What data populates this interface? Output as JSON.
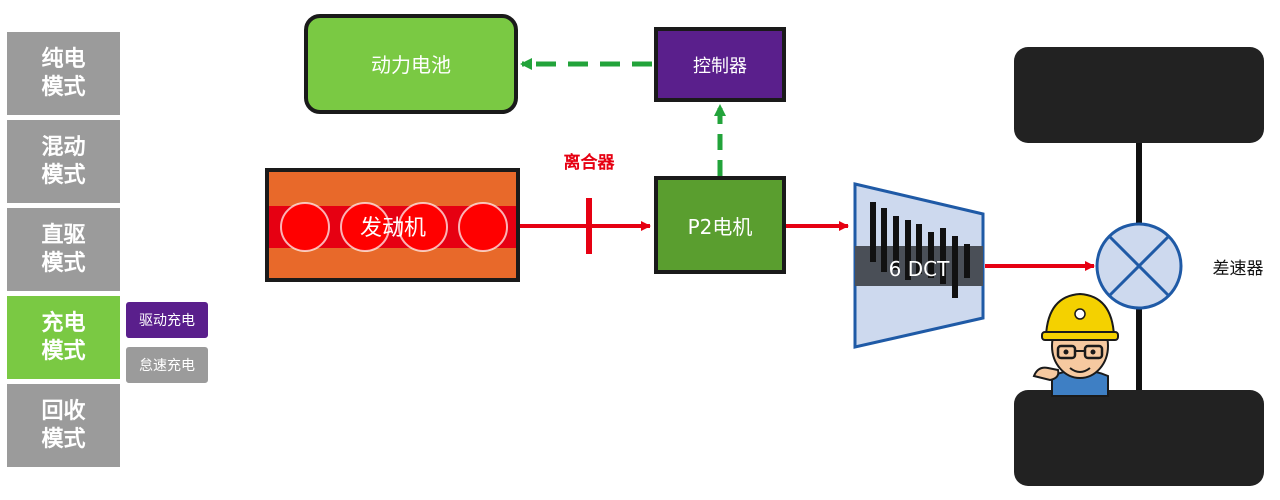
{
  "modes": [
    {
      "label": "纯电模式",
      "active": false
    },
    {
      "label": "混动模式",
      "active": false
    },
    {
      "label": "直驱模式",
      "active": false
    },
    {
      "label": "充电模式",
      "active": true
    },
    {
      "label": "回收模式",
      "active": false
    }
  ],
  "charge_submodes": {
    "drive": "驱动充电",
    "fast": "怠速充电"
  },
  "diagram": {
    "battery": "动力电池",
    "controller": "控制器",
    "engine": "发动机",
    "clutch": "离合器",
    "motor": "P2电机",
    "transmission": "6 DCT",
    "differential": "差速器"
  },
  "colors": {
    "active_green": "#7ac943",
    "inactive_gray": "#9b9b9b",
    "controller_purple": "#5a1f8c",
    "engine_orange": "#e8692a",
    "power_red": "#e60012",
    "signal_green": "#22a33a",
    "motor_green": "#5a9e2f",
    "dct_blue": "#cdd9ee",
    "wheel_black": "#222222"
  }
}
